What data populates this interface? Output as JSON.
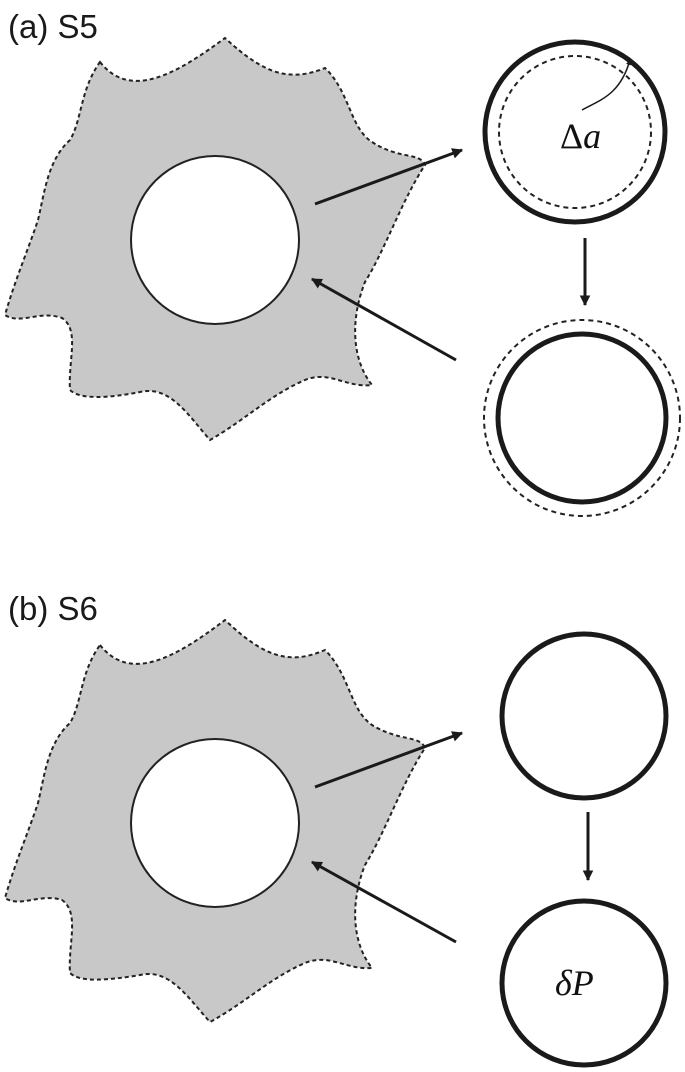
{
  "panels": [
    {
      "id": "a",
      "label": "(a) S5",
      "annotation": "Δa",
      "annotation_symbol": "Δ",
      "annotation_var": "a"
    },
    {
      "id": "b",
      "label": "(b) S6",
      "annotation": "δP",
      "annotation_symbol": "δ",
      "annotation_var": "P"
    }
  ]
}
